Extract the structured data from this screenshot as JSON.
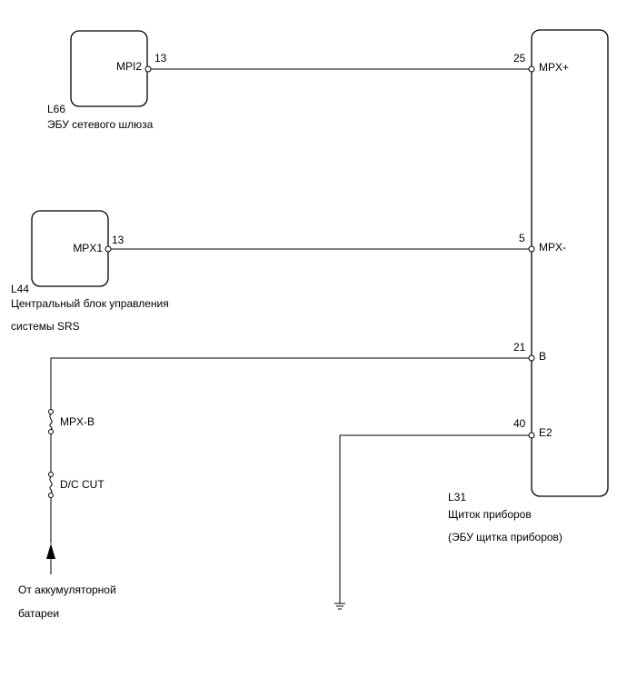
{
  "components": {
    "gateway": {
      "code": "L66",
      "name": "ЭБУ сетевого шлюза",
      "pin_name": "MPI2",
      "pin_num": "13"
    },
    "srs": {
      "code": "L44",
      "name_line1": "Центральный блок управления",
      "name_line2": "системы SRS",
      "pin_name": "MPX1",
      "pin_num": "13"
    },
    "meter": {
      "code": "L31",
      "name_line1": "Щиток приборов",
      "name_line2": "(ЭБУ щитка приборов)",
      "pins": [
        {
          "num": "25",
          "name": "MPX+"
        },
        {
          "num": "5",
          "name": "MPX-"
        },
        {
          "num": "21",
          "name": "B"
        },
        {
          "num": "40",
          "name": "E2"
        }
      ]
    }
  },
  "fuses": [
    {
      "name": "MPX-B"
    },
    {
      "name": "D/C CUT"
    }
  ],
  "battery": {
    "line1": "От аккумуляторной",
    "line2": "батареи"
  }
}
